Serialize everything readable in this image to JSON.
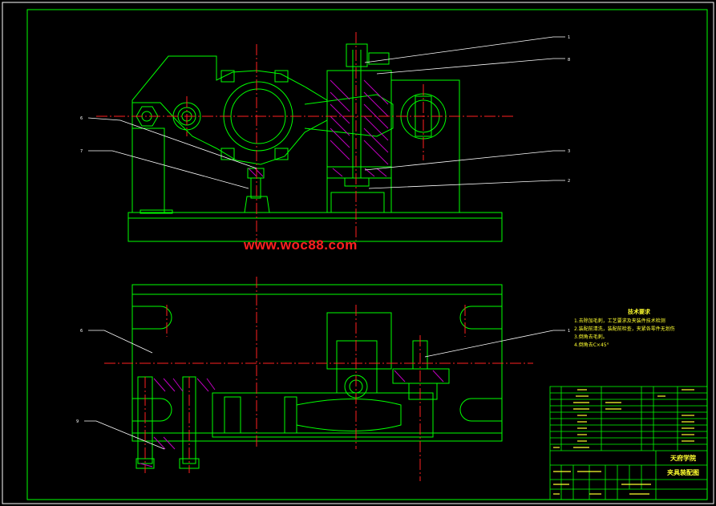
{
  "watermark": "www.woc88.com",
  "colors": {
    "background": "#000000",
    "outline": "#00ff00",
    "centerline": "#ff2020",
    "hatch": "#c000c0",
    "leader": "#ffffff",
    "text": "#ffff30",
    "border": "#00ff00"
  },
  "callouts_top": [
    "1",
    "8",
    "6",
    "7",
    "3",
    "2"
  ],
  "callouts_bottom": [
    "6",
    "1",
    "9"
  ],
  "tech_notes": {
    "title": "技术要求",
    "lines": [
      "1.去除加毛刺，工艺要求及夹装件技术检测",
      "2.装配前清洗，装配前检查，夹紧各零件无划伤",
      "3.倒角去毛刺。",
      "4.倒角去C×45°"
    ]
  },
  "title_block": {
    "school": "天府学院",
    "drawing_name": "夹具装配图"
  }
}
